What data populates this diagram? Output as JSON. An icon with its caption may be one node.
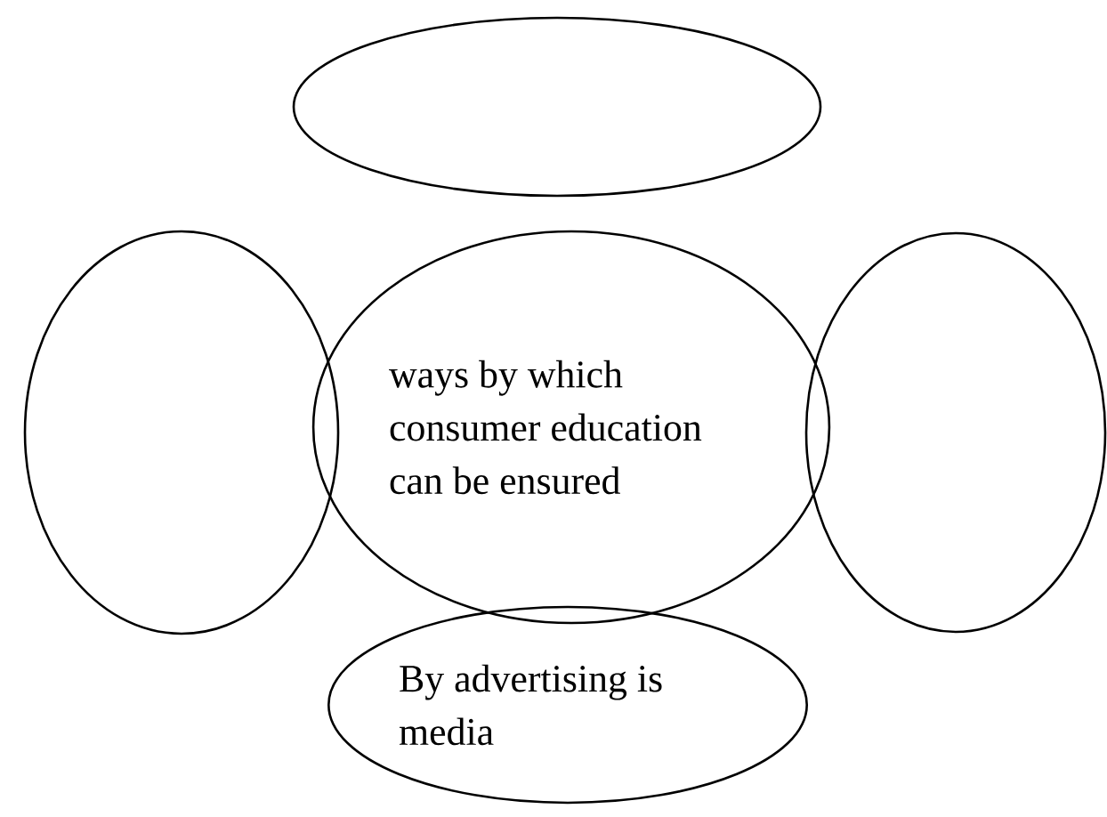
{
  "diagram": {
    "nodes": [
      {
        "text": [],
        "shape": "ellipse"
      },
      {
        "text": [],
        "shape": "ellipse"
      },
      {
        "text": [
          "ways by which consumer education can be ensured"
        ]
      },
      {
        "text": [],
        "shape": "ellipse"
      },
      {
        "text": [
          "By advertising is media"
        ]
      }
    ]
  }
}
